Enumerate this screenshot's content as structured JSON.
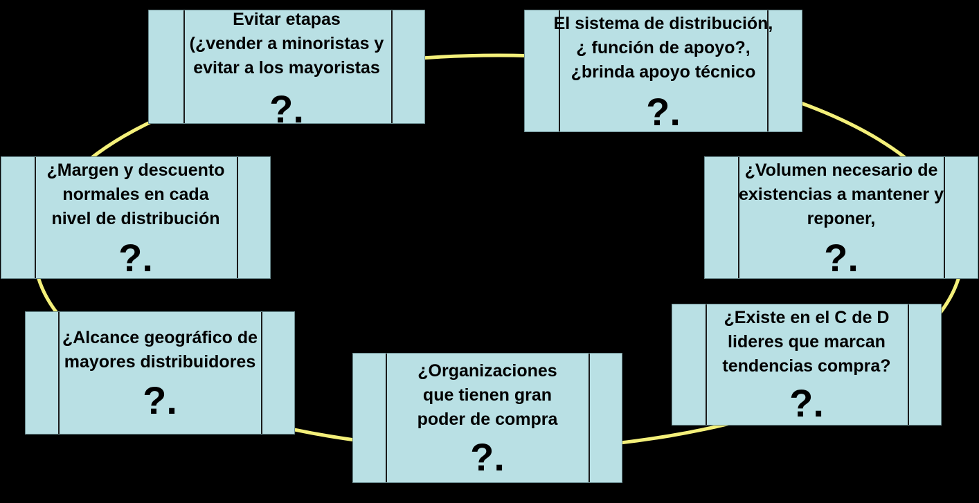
{
  "colors": {
    "background": "#000000",
    "box_fill": "#b9e0e4",
    "ring": "#f4f07a",
    "bar": "#1a1a1a"
  },
  "boxes": [
    {
      "id": "evitar-etapas",
      "text": "Evitar etapas\n(¿vender a minoristas y\nevitar a los mayoristas",
      "mark": "?."
    },
    {
      "id": "sistema-distribucion",
      "text": "El sistema de distribución,\n¿ función de apoyo?,\n¿brinda apoyo técnico",
      "mark": "?."
    },
    {
      "id": "margen-descuento",
      "text": "¿Margen y descuento\nnormales en cada\nnivel de distribución",
      "mark": "?."
    },
    {
      "id": "volumen-existencias",
      "text": "¿Volumen necesario  de\nexistencias a mantener y\nreponer,",
      "mark": "?."
    },
    {
      "id": "alcance-geografico",
      "text": "¿Alcance geográfico de\nmayores distribuidores",
      "mark": "?."
    },
    {
      "id": "existe-lideres",
      "text": "¿Existe en el C de D\nlideres que marcan\ntendencias compra?",
      "mark": "?."
    },
    {
      "id": "organizaciones",
      "text": "¿Organizaciones\nque tienen gran\npoder de compra",
      "mark": "?."
    }
  ]
}
